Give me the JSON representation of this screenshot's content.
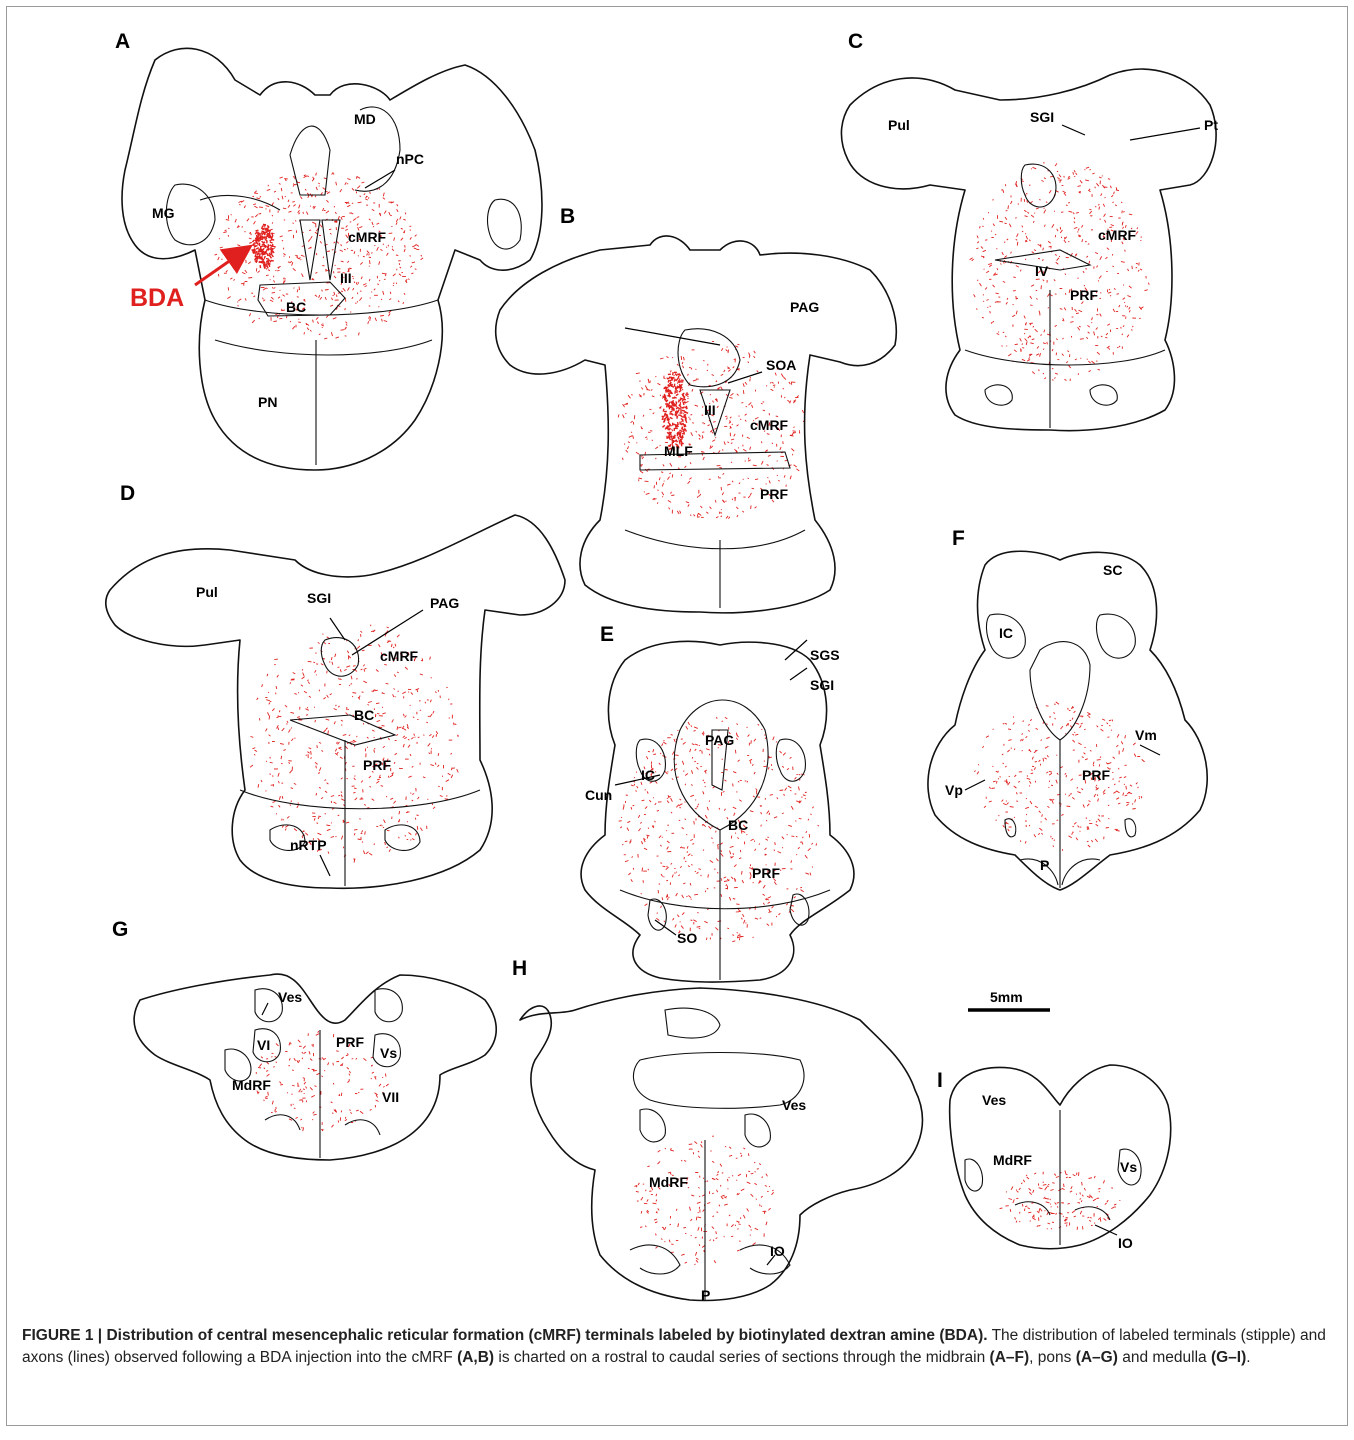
{
  "colors": {
    "label_red": "#e0201e",
    "outline": "#111111",
    "border": "#9a9a9a"
  },
  "panels": {
    "A": {
      "letter": "A",
      "labels": [
        "MD",
        "nPC",
        "MG",
        "cMRF",
        "III",
        "BC",
        "PN"
      ],
      "injection_label": "BDA"
    },
    "B": {
      "letter": "B",
      "labels": [
        "PAG",
        "SOA",
        "III",
        "cMRF",
        "MLF",
        "PRF"
      ]
    },
    "C": {
      "letter": "C",
      "labels": [
        "Pul",
        "SGI",
        "Pt",
        "cMRF",
        "IV",
        "PRF"
      ]
    },
    "D": {
      "letter": "D",
      "labels": [
        "Pul",
        "SGI",
        "PAG",
        "cMRF",
        "BC",
        "PRF",
        "nRTP"
      ]
    },
    "E": {
      "letter": "E",
      "labels": [
        "SGS",
        "SGI",
        "PAG",
        "IC",
        "Cun",
        "BC",
        "PRF",
        "SO"
      ]
    },
    "F": {
      "letter": "F",
      "labels": [
        "SC",
        "IC",
        "Vm",
        "Vp",
        "PRF",
        "P"
      ]
    },
    "G": {
      "letter": "G",
      "labels": [
        "Ves",
        "VI",
        "PRF",
        "Vs",
        "MdRF",
        "VII"
      ]
    },
    "H": {
      "letter": "H",
      "labels": [
        "Ves",
        "MdRF",
        "IO",
        "P"
      ]
    },
    "I": {
      "letter": "I",
      "labels": [
        "Ves",
        "MdRF",
        "Vs",
        "IO"
      ]
    }
  },
  "scale_bar": {
    "label": "5mm"
  },
  "caption": {
    "figure_label": "FIGURE 1 |",
    "title": "Distribution of central mesencephalic reticular formation (cMRF) terminals labeled by biotinylated dextran amine (BDA).",
    "text_1": "The distribution of labeled terminals (stipple) and axons (lines) observed following a BDA injection into the cMRF",
    "ref_1": "(A,B)",
    "text_2": "is charted on a rostral to caudal series of sections through the midbrain",
    "ref_2": "(A–F)",
    "text_3": ", pons",
    "ref_3": "(A–G)",
    "text_4": "and medulla",
    "ref_4": "(G–I)",
    "text_5": "."
  }
}
